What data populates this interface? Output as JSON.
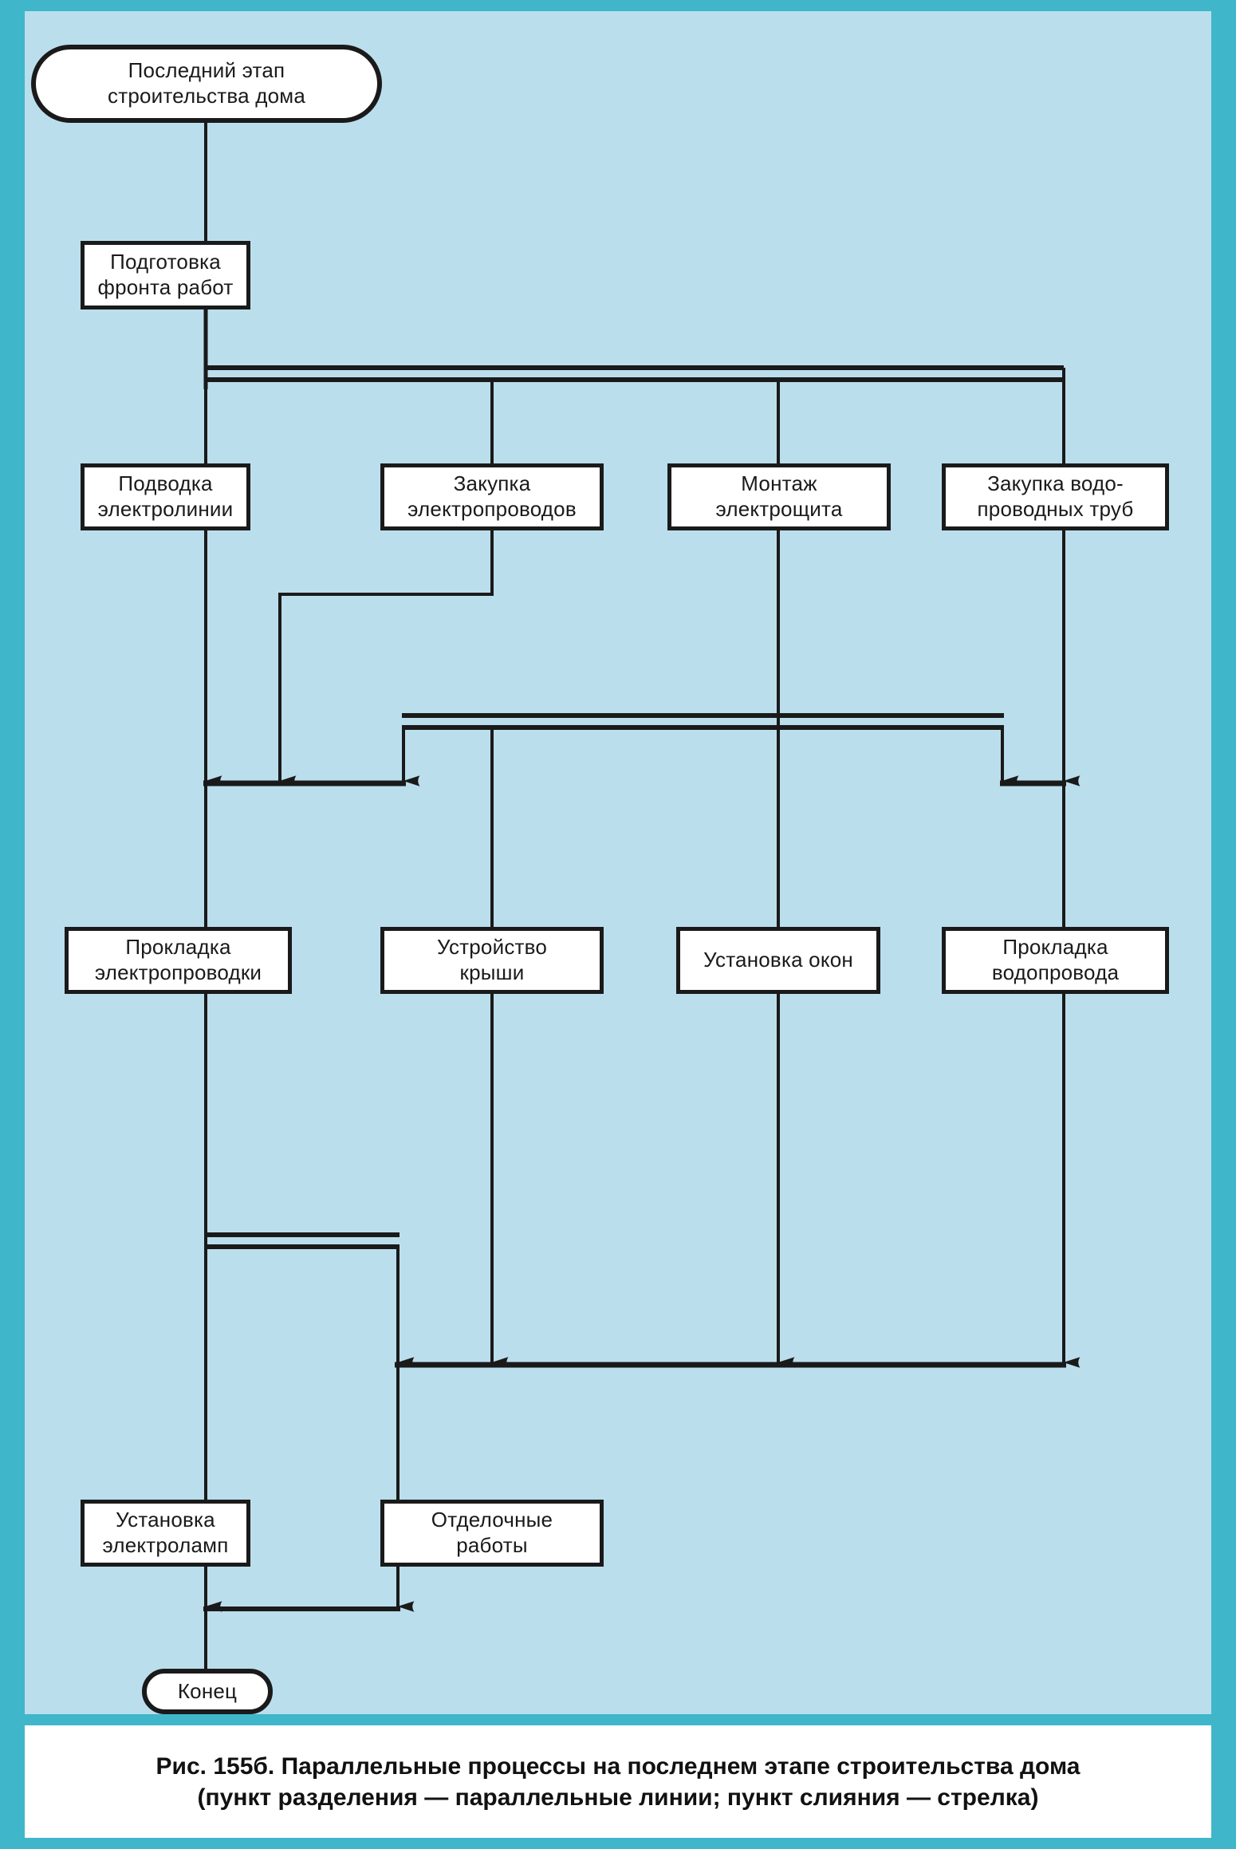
{
  "figure": {
    "background_color": "#bbdeed",
    "border_color": "#3fb6ca",
    "line_color": "#1a1a1a",
    "node_fill": "#ffffff"
  },
  "diagram": {
    "type": "flowchart",
    "title": "Параллельные процессы на последнем этапе строительства дома",
    "nodes": [
      {
        "id": "start",
        "shape": "terminator",
        "text": "Последний этап\nстроительства дома",
        "line1": "Последний этап",
        "line2": "строительства дома"
      },
      {
        "id": "prep",
        "shape": "process",
        "text": "Подготовка\nфронта работ",
        "line1": "Подготовка",
        "line2": "фронта работ"
      },
      {
        "id": "p1",
        "shape": "process",
        "text": "Подводка\nэлектролинии",
        "line1": "Подводка",
        "line2": "электролинии"
      },
      {
        "id": "p2",
        "shape": "process",
        "text": "Закупка\nэлектропроводов",
        "line1": "Закупка",
        "line2": "электропроводов"
      },
      {
        "id": "p3",
        "shape": "process",
        "text": "Монтаж\nэлектрощита",
        "line1": "Монтаж",
        "line2": "электрощита"
      },
      {
        "id": "p4",
        "shape": "process",
        "text": "Закупка водо-\nпроводных труб",
        "line1": "Закупка водо-",
        "line2": "проводных труб"
      },
      {
        "id": "q1",
        "shape": "process",
        "text": "Прокладка\nэлектропроводки",
        "line1": "Прокладка",
        "line2": "электропроводки"
      },
      {
        "id": "q2",
        "shape": "process",
        "text": "Устройство\nкрыши",
        "line1": "Устройство",
        "line2": "крыши"
      },
      {
        "id": "q3",
        "shape": "process",
        "text": "Установка окон",
        "line1": "Установка окон",
        "line2": ""
      },
      {
        "id": "q4",
        "shape": "process",
        "text": "Прокладка\nводопровода",
        "line1": "Прокладка",
        "line2": "водопровода"
      },
      {
        "id": "r1",
        "shape": "process",
        "text": "Установка\nэлектроламп",
        "line1": "Установка",
        "line2": "электроламп"
      },
      {
        "id": "r2",
        "shape": "process",
        "text": "Отделочные\nработы",
        "line1": "Отделочные",
        "line2": "работы"
      },
      {
        "id": "end",
        "shape": "terminator",
        "text": "Конец",
        "line1": "Конец",
        "line2": ""
      }
    ],
    "fork_points": [
      {
        "id": "fork-1",
        "note": "параллельные линии после «Подготовка фронта работ»"
      },
      {
        "id": "fork-2",
        "note": "параллельные линии перед «Устройство крыши»"
      },
      {
        "id": "fork-3",
        "note": "параллельные линии после «Прокладка электропроводки»"
      }
    ],
    "merge_points": [
      {
        "id": "merge-1",
        "note": "стрелка — слияние перед «Прокладка электропроводки»"
      },
      {
        "id": "merge-2",
        "note": "стрелка — слияние перед «Прокладка водопровода»"
      },
      {
        "id": "merge-3",
        "note": "стрелка — слияние перед «Отделочные работы»"
      },
      {
        "id": "merge-4",
        "note": "стрелка — слияние перед «Конец»"
      }
    ]
  },
  "caption": {
    "line1": "Рис. 155б. Параллельные процессы на последнем этапе строительства дома",
    "line2": "(пункт разделения — параллельные линии; пункт слияния — стрелка)"
  }
}
